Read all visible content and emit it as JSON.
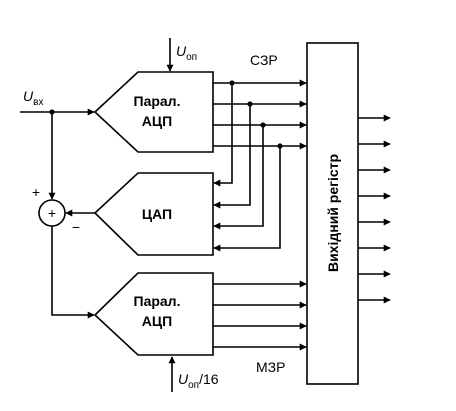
{
  "diagram": {
    "adc_top": {
      "line1": "Парал.",
      "line2": "АЦП"
    },
    "dac": {
      "label": "ЦАП"
    },
    "adc_bottom": {
      "line1": "Парал.",
      "line2": "АЦП"
    },
    "register": {
      "label": "Вихідний регістр"
    },
    "input": {
      "symbol": "U",
      "subscript": "вх"
    },
    "ref_top": {
      "symbol": "U",
      "subscript": "оп"
    },
    "ref_bottom": {
      "symbol": "U",
      "subscript": "оп",
      "suffix": "/16"
    },
    "msb_label": "СЗР",
    "lsb_label": "МЗР",
    "summer": {
      "symbol": "+",
      "plus_sign": "+",
      "minus_sign": "−"
    }
  }
}
